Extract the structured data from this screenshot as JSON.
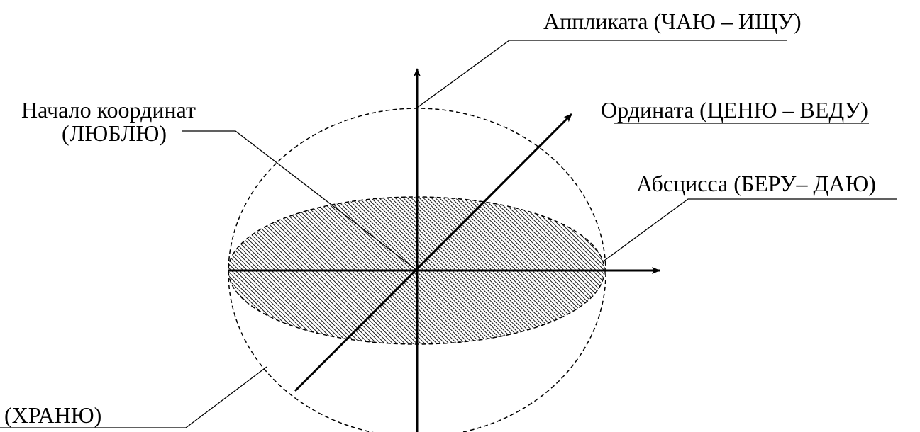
{
  "labels": {
    "applicate": "Аппликата (ЧАЮ – ИЩУ)",
    "ordinate": "Ордината (ЦЕНЮ – ВЕДУ)",
    "origin_line1": "Начало координат",
    "origin_line2": "(ЛЮБЛЮ)",
    "abscissa": "Абсцисса (БЕРУ– ДАЮ)",
    "sphere": "(ХРАНЮ)"
  },
  "colors": {
    "stroke": "#000000",
    "hatch": "#000000",
    "hatch_background": "#ffffff"
  }
}
